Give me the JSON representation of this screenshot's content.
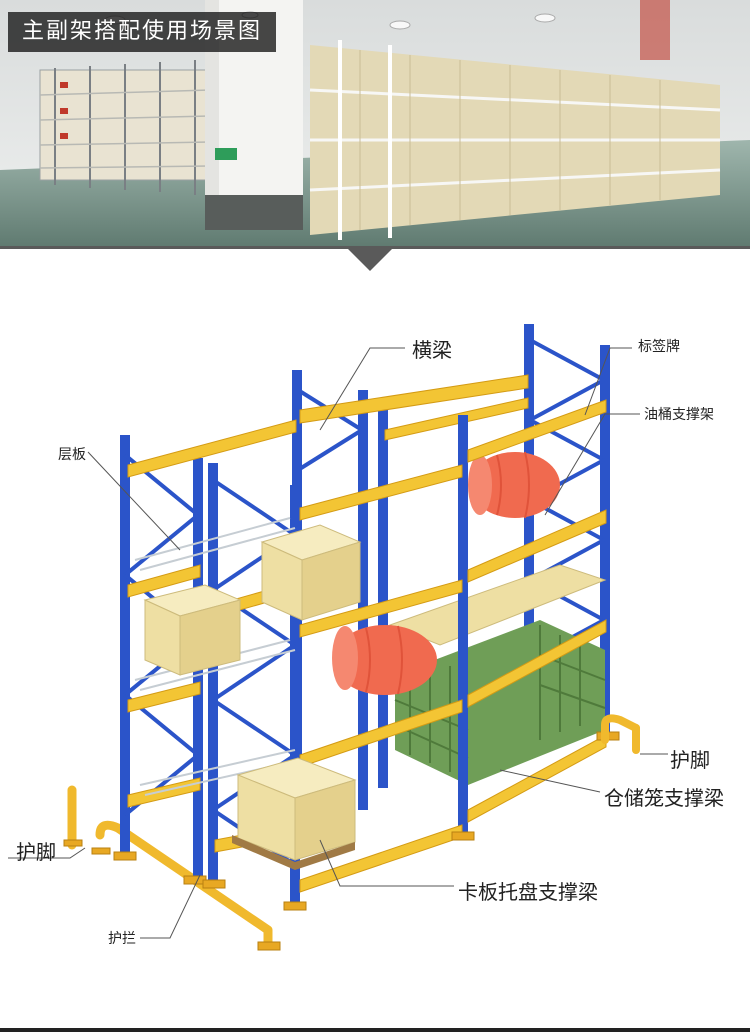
{
  "header": {
    "title": "主副架搭配使用场景图"
  },
  "diagram": {
    "labels": {
      "beam": "横梁",
      "shelf": "层板",
      "sign": "标签牌",
      "drum": "油桶支撑架",
      "foot_right": "护脚",
      "cage": "仓储笼支撑梁",
      "foot_left": "护脚",
      "pallet": "卡板托盘支撑梁",
      "rail": "护拦"
    }
  },
  "colors": {
    "upright": "#2b54c9",
    "beam": "#f3c534",
    "drum": "#f06a4f",
    "cage": "#6f9e57",
    "box": "#eedfa3"
  }
}
